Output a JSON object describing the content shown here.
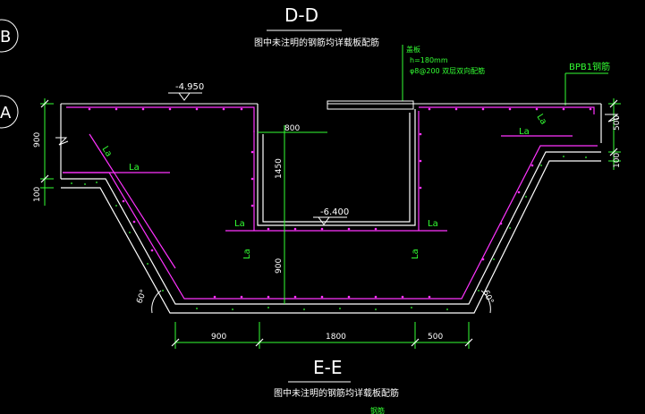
{
  "drawing": {
    "section_top": {
      "title": "D-D",
      "note": "图中未注明的钢筋均详载板配筋"
    },
    "section_bottom": {
      "title": "E-E",
      "note": "图中未注明的钢筋均详载板配筋"
    },
    "grid_bubbles": [
      "B",
      "A"
    ],
    "slab_callout": {
      "line1": "盖板",
      "line2": "h=180mm",
      "line3": "φ8@200 双层双向配筋"
    },
    "bpb_label": "BPB1钢筋",
    "elevations": {
      "top": "-4.950",
      "bottom": "-6.400"
    },
    "dims": {
      "left_900": "900",
      "left_100": "100",
      "opening_800": "800",
      "depth_1450": "1450",
      "depth_900": "900",
      "right_500": "500",
      "right_100": "100",
      "bottom_900": "900",
      "bottom_1800": "1800",
      "bottom_500": "500"
    },
    "anchor_labels": {
      "la": "La"
    },
    "angles": {
      "left": "60°",
      "right": "60°"
    },
    "stray_text": "钢筋"
  },
  "colors": {
    "background": "#000000",
    "structure": "#ffffff",
    "dimension": "#33ff33",
    "rebar": "#ff33ff"
  }
}
